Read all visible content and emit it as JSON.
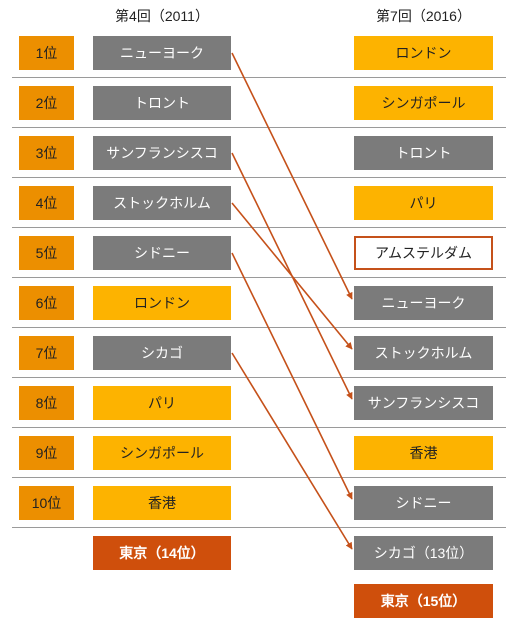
{
  "headers": {
    "left": "第4回（2011）",
    "right": "第7回（2016）"
  },
  "ranks": [
    "1位",
    "2位",
    "3位",
    "4位",
    "5位",
    "6位",
    "7位",
    "8位",
    "9位",
    "10位"
  ],
  "left_cities": [
    "ニューヨーク",
    "トロント",
    "サンフランシスコ",
    "ストックホルム",
    "シドニー",
    "ロンドン",
    "シカゴ",
    "パリ",
    "シンガポール",
    "香港"
  ],
  "right_cities": [
    "ロンドン",
    "シンガポール",
    "トロント",
    "パリ",
    "アムステルダム",
    "ニューヨーク",
    "ストックホルム",
    "サンフランシスコ",
    "香港",
    "シドニー"
  ],
  "left_extra": "東京（14位）",
  "right_extra_1": "シカゴ（13位）",
  "right_extra_2": "東京（15位）",
  "colors": {
    "gray": "#7b7b7b",
    "gold": "#fdb300",
    "orange": "#ec8f00",
    "dark_orange": "#cf4f0c",
    "arrow": "#c5511a"
  }
}
